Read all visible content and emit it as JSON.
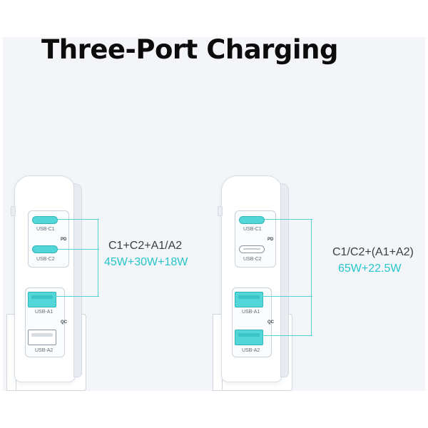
{
  "title": "Three-Port Charging",
  "colors": {
    "accent": "#53d6d8",
    "watts_text": "#27c6cc",
    "panel": "#f3f5f8"
  },
  "left": {
    "ports": {
      "c1": "USB-C1",
      "c2": "USB-C2",
      "a1": "USB-A1",
      "a2": "USB-A2"
    },
    "group_pd": "PD",
    "group_qc": "QC",
    "combo": "C1+C2+A1/A2",
    "watts": "45W+30W+18W"
  },
  "right": {
    "ports": {
      "c1": "USB-C1",
      "c2": "USB-C2",
      "a1": "USB-A1",
      "a2": "USB-A2"
    },
    "group_pd": "PD",
    "group_qc": "QC",
    "combo": "C1/C2+(A1+A2)",
    "watts": "65W+22.5W"
  }
}
